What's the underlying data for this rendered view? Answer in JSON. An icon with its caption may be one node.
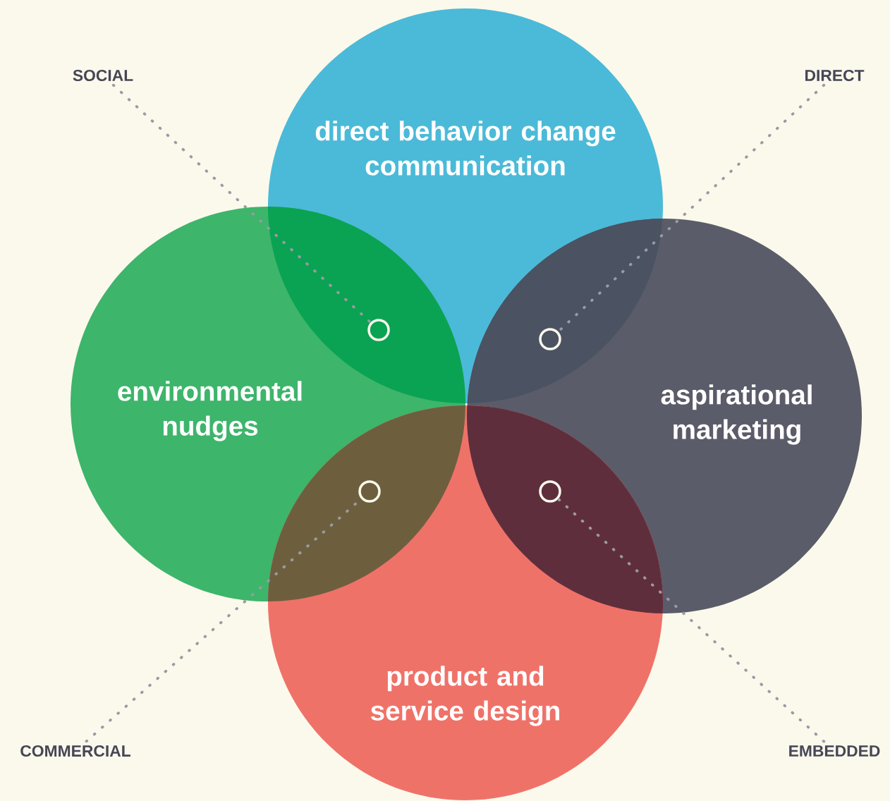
{
  "diagram": {
    "nodes": [
      {
        "text": [
          "direct behavior change communication"
        ]
      },
      {
        "text": [
          "environmental nudges"
        ]
      },
      {
        "text": [
          "aspirational marketing"
        ]
      },
      {
        "text": [
          "product and service design"
        ]
      },
      {
        "text": [
          "SOCIAL"
        ]
      },
      {
        "text": [
          "DIRECT"
        ]
      },
      {
        "text": [
          "COMMERCIAL"
        ]
      },
      {
        "text": [
          "EMBEDDED"
        ]
      },
      {
        "text": [],
        "shape": "circle"
      },
      {
        "text": [],
        "shape": "circle"
      },
      {
        "text": [],
        "shape": "circle"
      },
      {
        "text": [],
        "shape": "circle"
      }
    ],
    "edges": [
      {
        "from": 4,
        "to": 8,
        "arrow": "none",
        "style": "dashed"
      },
      {
        "from": 5,
        "to": 9,
        "arrow": "none",
        "style": "dashed"
      },
      {
        "from": 6,
        "to": 10,
        "arrow": "none",
        "style": "dashed"
      },
      {
        "from": 7,
        "to": 11,
        "arrow": "none",
        "style": "dashed"
      }
    ]
  }
}
